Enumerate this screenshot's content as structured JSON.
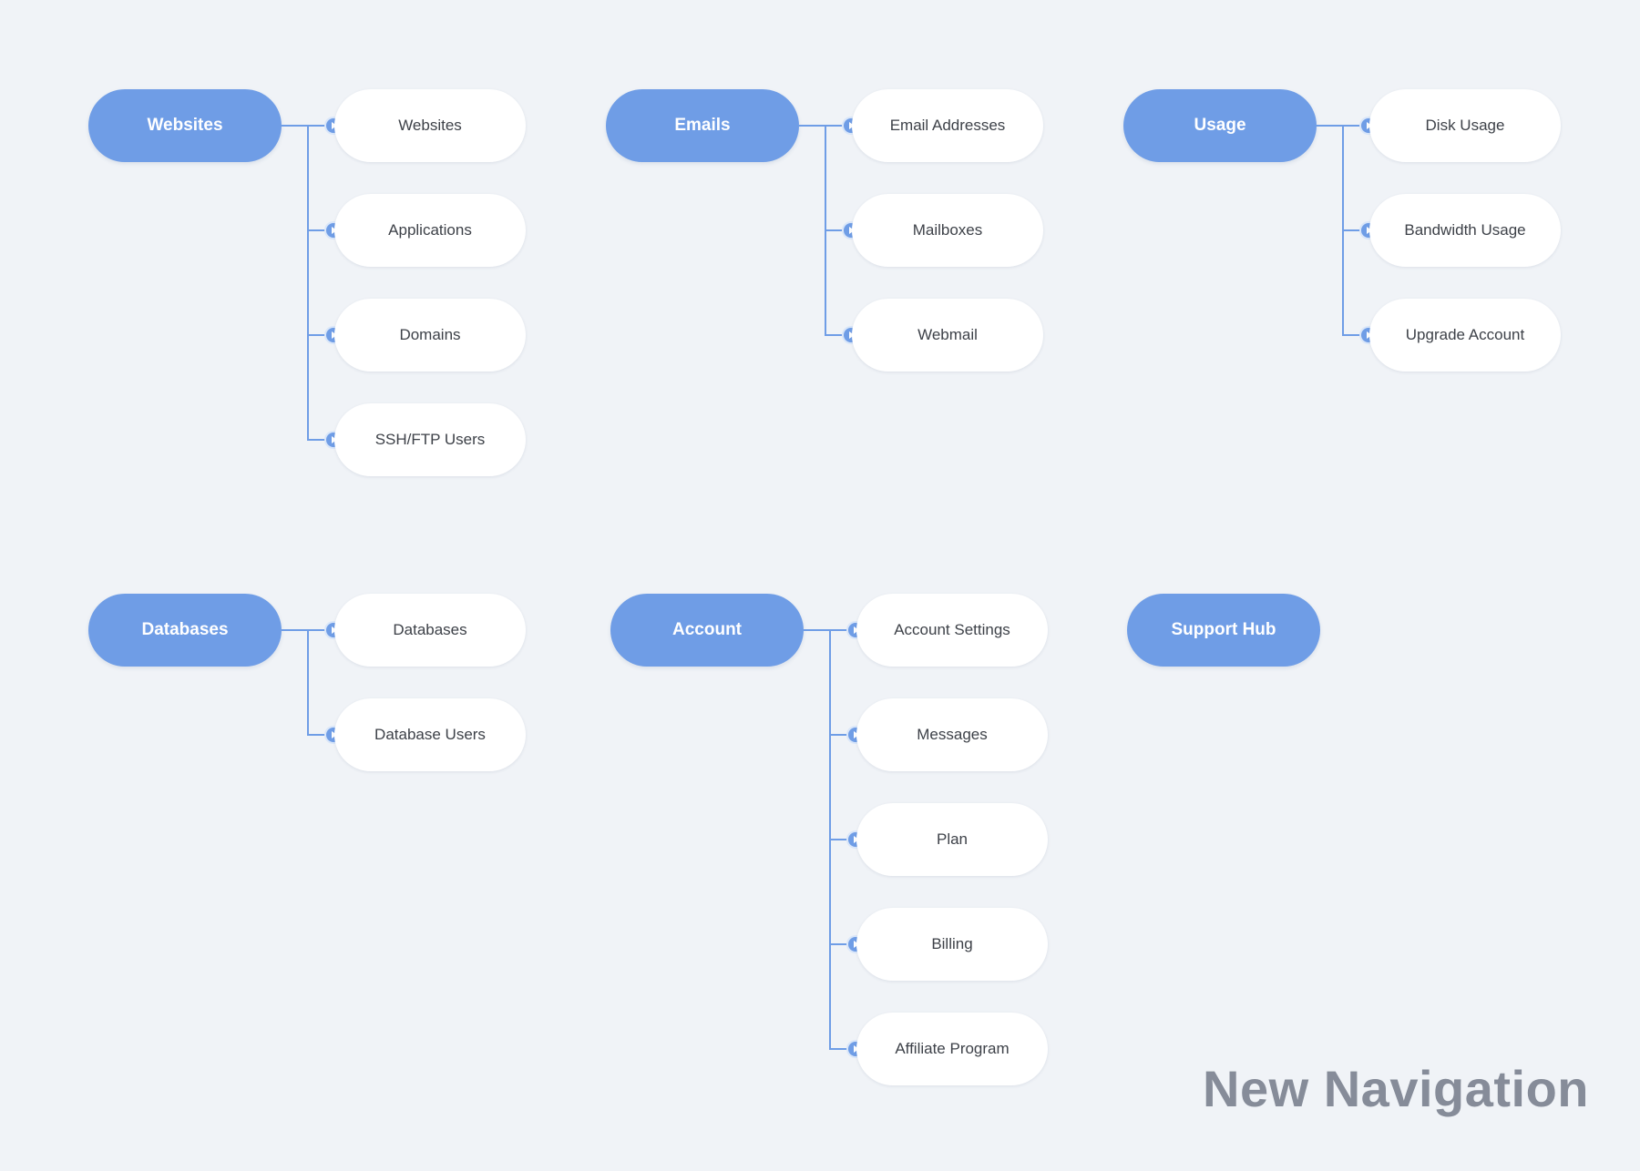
{
  "title": "New Navigation",
  "colors": {
    "background": "#f0f3f7",
    "accent": "#6f9de6",
    "child_fill": "#ffffff",
    "child_text": "#3d4148",
    "title_text": "#868c99"
  },
  "icons": {
    "bullet": "play-arrow-icon"
  },
  "groups": [
    {
      "name": "Websites",
      "children": [
        "Websites",
        "Applications",
        "Domains",
        "SSH/FTP Users"
      ]
    },
    {
      "name": "Emails",
      "children": [
        "Email Addresses",
        "Mailboxes",
        "Webmail"
      ]
    },
    {
      "name": "Usage",
      "children": [
        "Disk Usage",
        "Bandwidth Usage",
        "Upgrade Account"
      ]
    },
    {
      "name": "Databases",
      "children": [
        "Databases",
        "Database Users"
      ]
    },
    {
      "name": "Account",
      "children": [
        "Account Settings",
        "Messages",
        "Plan",
        "Billing",
        "Affiliate Program"
      ]
    },
    {
      "name": "Support Hub",
      "children": []
    }
  ]
}
